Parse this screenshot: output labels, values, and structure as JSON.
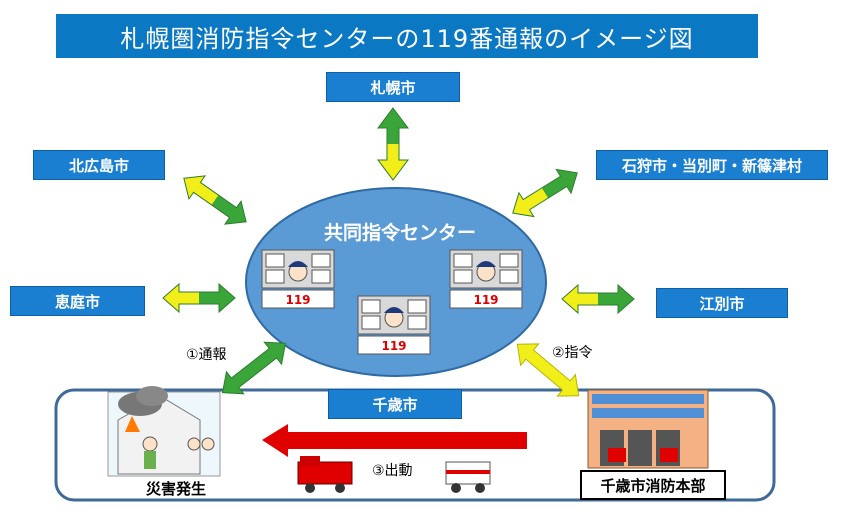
{
  "title": "札幌圏消防指令センターの119番通報のイメージ図",
  "center": {
    "label": "共同指令センター",
    "console_number": "119"
  },
  "cities": {
    "sapporo": "札幌市",
    "kitahiroshima": "北広島市",
    "ishikari": "石狩市・当別町・新篠津村",
    "eniwa": "恵庭市",
    "ebetsu": "江別市",
    "chitose": "千歳市"
  },
  "steps": {
    "report": "①通報",
    "command": "②指令",
    "dispatch": "③出動"
  },
  "disaster_label": "災害発生",
  "hq_label": "千歳市消防本部",
  "colors": {
    "title_bg": "#0b78c4",
    "city_bg": "#1a7fd1",
    "ellipse": "#5b9bd5",
    "arrow_green": "#3aa63a",
    "arrow_yellow": "#f2ee1a",
    "arrow_red": "#e00000"
  }
}
